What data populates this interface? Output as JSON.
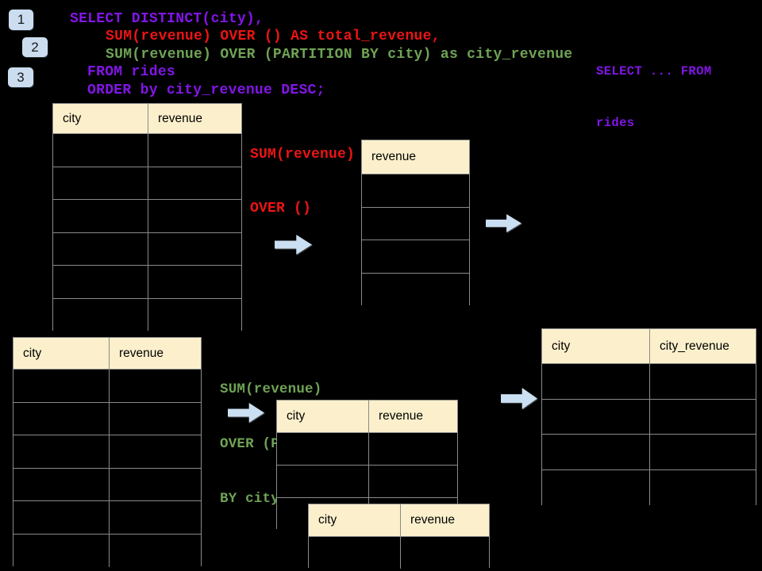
{
  "badges": [
    {
      "label": "1"
    },
    {
      "label": "2"
    },
    {
      "label": "3"
    }
  ],
  "sql": {
    "line1": "SELECT DISTINCT(city),",
    "line2": "SUM(revenue) OVER () AS total_revenue,",
    "line3": "SUM(revenue) OVER (PARTITION BY city) as city_revenue",
    "line4": "FROM rides",
    "line5": "ORDER by city_revenue DESC;"
  },
  "side_note": {
    "line1": "SELECT ... FROM",
    "line2": "rides"
  },
  "labels": {
    "total": {
      "line1": "SUM(revenue)",
      "line2": "OVER ()"
    },
    "partition": {
      "line1": "SUM(revenue)",
      "line2": "OVER (PARTITION",
      "line3": "BY city)"
    }
  },
  "tables": {
    "source_top": {
      "headers": [
        "city",
        "revenue"
      ],
      "rows": 6
    },
    "revenue_only": {
      "headers": [
        "revenue"
      ],
      "rows": 4
    },
    "source_bottom": {
      "headers": [
        "city",
        "revenue"
      ],
      "rows": 6
    },
    "partition_mid": {
      "headers": [
        "city",
        "revenue"
      ],
      "rows": 3
    },
    "partition_front": {
      "headers": [
        "city",
        "revenue"
      ],
      "rows": 1
    },
    "result_right": {
      "headers": [
        "city",
        "city_revenue"
      ],
      "rows": 4
    }
  },
  "icons": {
    "flow_arrow": "arrow-right"
  },
  "colors": {
    "canvas_bg": "#000000",
    "code_purple": "#8315E8",
    "code_red": "#EC1414",
    "code_green": "#6FA355",
    "table_header_bg": "#FCF0CC",
    "table_border": "#8A8A8A",
    "arrow_fill": "#CBDFF2",
    "badge_bg": "#CBDDEF"
  }
}
